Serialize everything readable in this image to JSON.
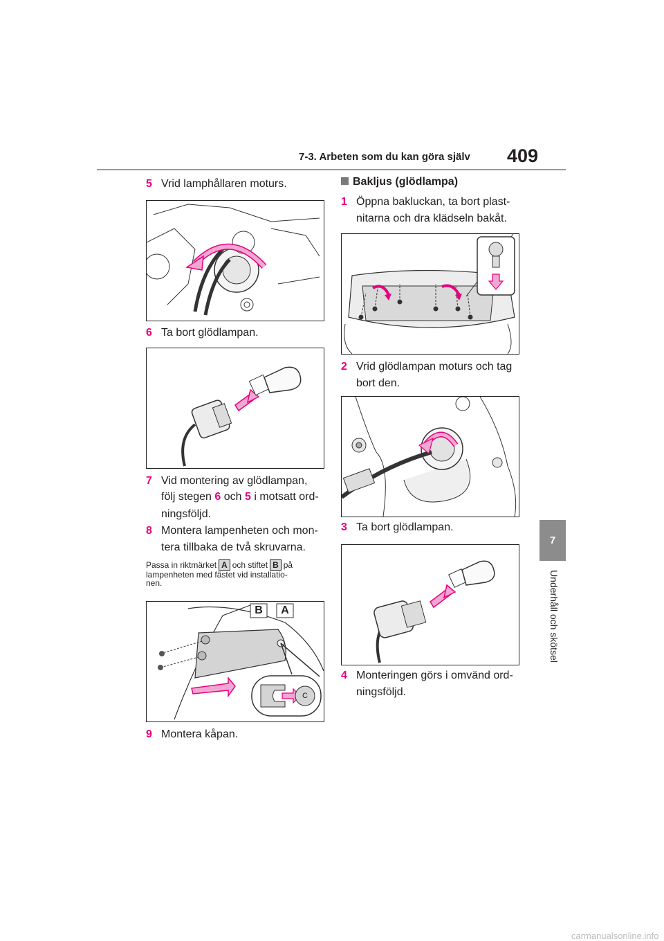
{
  "header": {
    "section_title": "7-3. Arbeten som du kan göra själv",
    "page_number": "409"
  },
  "side_tab": {
    "chapter": "7",
    "label": "Underhåll och skötsel"
  },
  "left": {
    "step5": {
      "num": "5",
      "text": "Vrid lamphållaren moturs."
    },
    "step6": {
      "num": "6",
      "text": "Ta bort glödlampan."
    },
    "step7": {
      "num": "7",
      "line1": "Vid montering av glödlampan,",
      "line2_a": "följ stegen ",
      "ref6": "6",
      "line2_b": " och ",
      "ref5": "5",
      "line2_c": " i motsatt ord-",
      "line3": "ningsföljd."
    },
    "step8": {
      "num": "8",
      "line1": "Montera lampenheten och mon-",
      "line2": "tera tillbaka de två skruvarna."
    },
    "note": {
      "a": "Passa in riktmärket",
      "markA": "A",
      "b": "och stiftet",
      "markB": "B",
      "c": "på",
      "line2": "lampenheten med fästet vid installatio-",
      "line3": "nen."
    },
    "fig_labels": {
      "B": "B",
      "A": "A",
      "C": "C"
    },
    "step9": {
      "num": "9",
      "text": "Montera kåpan."
    }
  },
  "right": {
    "heading": "Bakljus (glödlampa)",
    "step1": {
      "num": "1",
      "line1": "Öppna bakluckan, ta bort plast-",
      "line2": "nitarna och dra klädseln bakåt."
    },
    "step2": {
      "num": "2",
      "line1": "Vrid glödlampan moturs och tag",
      "line2": "bort den."
    },
    "step3": {
      "num": "3",
      "text": "Ta bort glödlampan."
    },
    "step4": {
      "num": "4",
      "line1": "Monteringen görs i omvänd ord-",
      "line2": "ningsföljd."
    }
  },
  "footer": {
    "watermark": "carmanualsonline.info"
  },
  "colors": {
    "accent": "#e5007e",
    "arrow_pink": "#f2a7d2",
    "tab_gray": "#8c8c8c"
  }
}
